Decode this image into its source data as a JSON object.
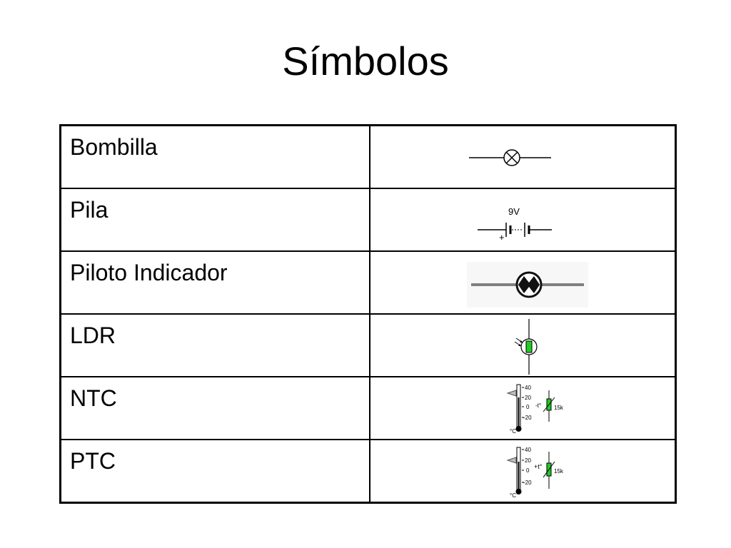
{
  "title": "Símbolos",
  "rows": [
    {
      "label": "Bombilla",
      "icon": "bulb-symbol"
    },
    {
      "label": "Pila",
      "icon": "battery-symbol",
      "symbol_text": {
        "voltage": "9V",
        "plus": "+"
      }
    },
    {
      "label": "Piloto Indicador",
      "icon": "indicator-lamp-symbol"
    },
    {
      "label": "LDR",
      "icon": "ldr-symbol"
    },
    {
      "label": "NTC",
      "icon": "ntc-symbol",
      "symbol_text": {
        "scale": [
          "40",
          "20",
          "0",
          "-20"
        ],
        "unit": "°C",
        "temp": "-t°",
        "resistance": "15k"
      }
    },
    {
      "label": "PTC",
      "icon": "ptc-symbol",
      "symbol_text": {
        "scale": [
          "40",
          "20",
          "0",
          "-20"
        ],
        "unit": "°C",
        "temp": "+t°",
        "resistance": "15k"
      }
    }
  ],
  "colors": {
    "ldr_green": "#22cc22",
    "lamp_fill": "#111111",
    "gray_line": "#7f7f7f"
  }
}
